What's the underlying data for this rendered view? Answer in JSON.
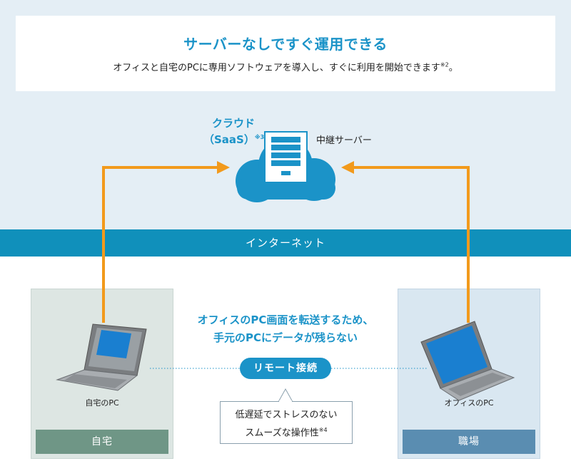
{
  "header": {
    "title": "サーバーなしですぐ運用できる",
    "subtitle": "オフィスと自宅のPCに専用ソフトウェアを導入し、すぐに利用を開始できます",
    "subtitle_note": "※2",
    "subtitle_end": "。"
  },
  "cloud": {
    "label_line1": "クラウド",
    "label_line2": "（SaaS）",
    "label_note": "※3",
    "server_label": "中継サーバー"
  },
  "network": {
    "band_label": "インターネット"
  },
  "home": {
    "pc_label": "自宅のPC",
    "footer_label": "自宅"
  },
  "office": {
    "pc_label": "オフィスのPC",
    "footer_label": "職場"
  },
  "transfer": {
    "line1": "オフィスのPC画面を転送するため、",
    "line2": "手元のPCにデータが残らない"
  },
  "remote": {
    "label": "リモート接続"
  },
  "bubble": {
    "line1": "低遅延でストレスのない",
    "line2": "スムーズな操作性",
    "note": "※4"
  },
  "colors": {
    "accent": "#1b93c8",
    "arrow": "#f29a1c",
    "band": "#1090bb",
    "home_footer": "#6f9686",
    "office_footer": "#5a8db1"
  }
}
